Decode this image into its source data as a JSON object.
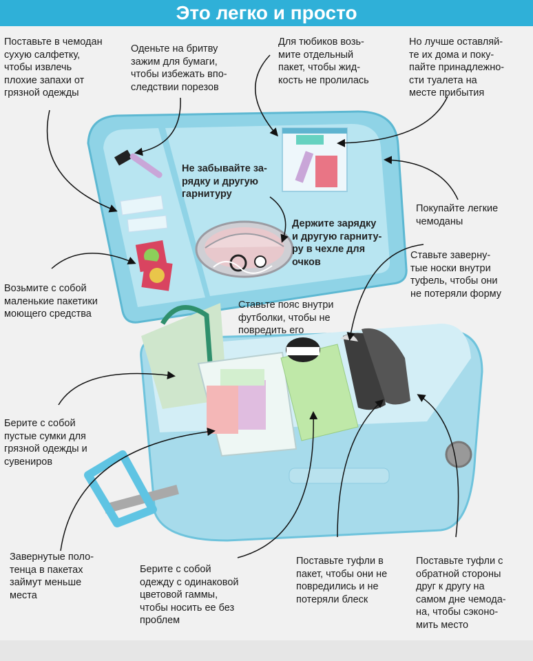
{
  "title": "Это легко и просто",
  "colors": {
    "title_bar": "#2fb0d8",
    "suitcase": "#a9dbe9",
    "suitcase_dark": "#6ec3dc",
    "background": "#f1f1f1"
  },
  "annotations": {
    "wet_wipe": "Поставьте в чемодан\nсухую салфетку,\nчтобы извлечь\nплохие запахи от\nгрязной одежды",
    "razor_clip": "Оденьте на бритву\nзажим для бумаги,\nчтобы избежать впо-\nследствии порезов",
    "tubes_bag": "Для тюбиков возь-\nмите отдельный\nпакет, чтобы жид-\nкость не пролилась",
    "leave_home": "Но лучше оставляй-\nте их дома и поку-\nпайте принадлежно-\nсти туалета на\nместе прибытия",
    "charger": "Не забывайте за-\nрядку и другую\nгарнитуру",
    "light_cases": "Покупайте легкие\nчемоданы",
    "glasses_case": "Держите зарядку\nи другую гарниту-\nру в чехле для\nочков",
    "socks": "Ставьте заверну-\nтые носки внутри\nтуфель, чтобы они\nне потеряли форму",
    "detergent": "Возьмите с собой\nмаленькие пакетики\nмоющего средства",
    "belt": "Ставьте пояс внутри\nфутболки, чтобы не\nповредить его",
    "empty_bags": "Берите с собой\nпустые сумки для\nгрязной одежды и\nсувениров",
    "towels": "Завернутые поло-\nтенца в пакетах\nзаймут меньше\nместа",
    "same_colors": "Берите с собой\nодежду с одинаковой\nцветовой гаммы,\nчтобы носить ее без\nпроблем",
    "shoes_bag": "Поставьте туфли в\nпакет, чтобы они не\nповредились и не\nпотеряли блеск",
    "shoes_bottom": "Поставьте туфли с\nобратной стороны\nдруг к другу на\nсамом дне чемода-\nна, чтобы сэконо-\nмить место"
  }
}
